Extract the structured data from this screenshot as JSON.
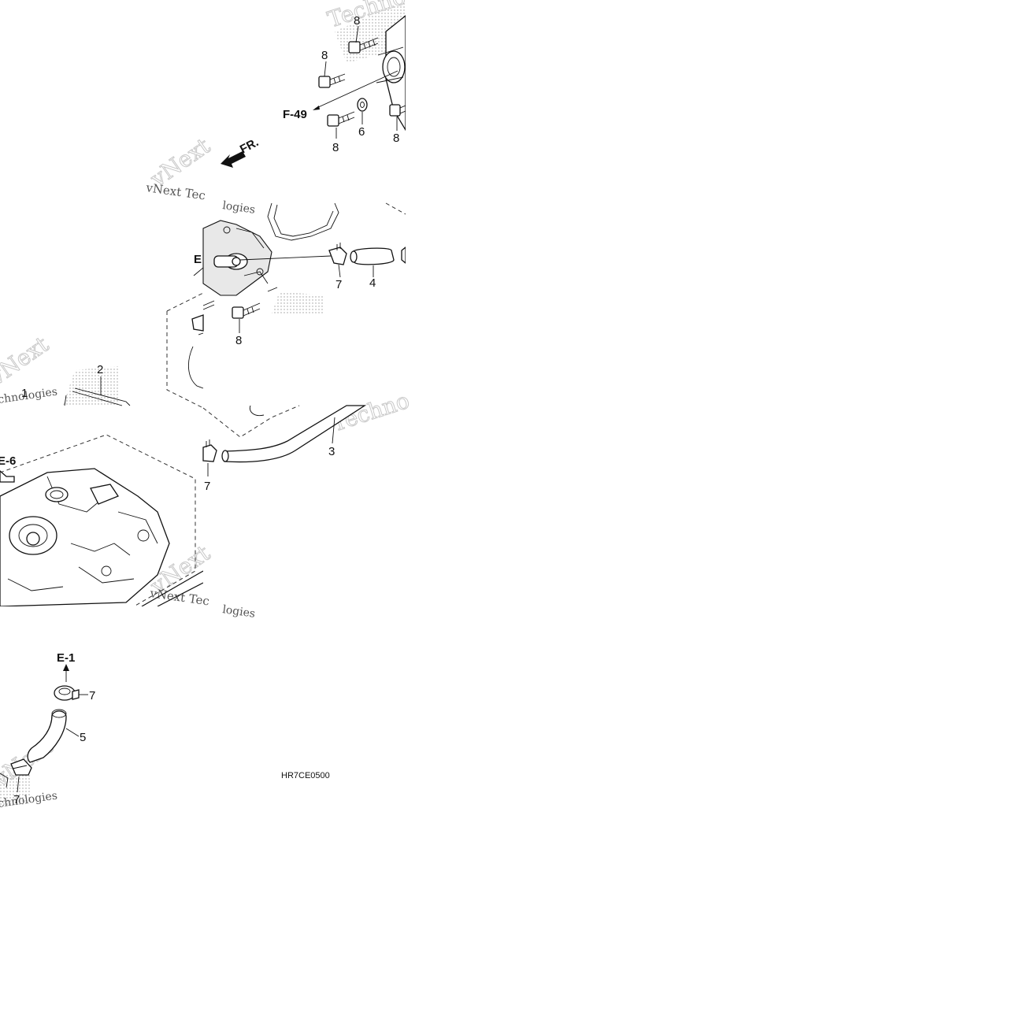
{
  "callouts": [
    "1",
    "2",
    "3",
    "4",
    "5",
    "6",
    "7",
    "8"
  ],
  "refs": {
    "f49": "F-49",
    "e1": "E-1",
    "e_partial": "E",
    "e6_partial": "E-6",
    "front": "FR."
  },
  "diagram_code": "HR7CE0500",
  "watermark": {
    "brand": "vNext",
    "tail": "Technologies",
    "short": "Techno",
    "partial_tec": "vNext Tec",
    "partial_logies": "logies",
    "partial_chnologies": "chnologies"
  }
}
